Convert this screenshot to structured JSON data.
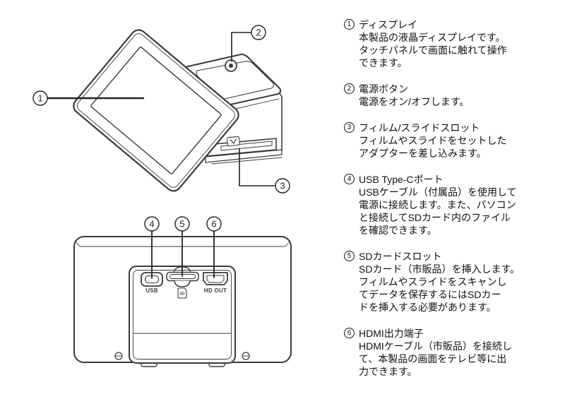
{
  "colors": {
    "background": "#ffffff",
    "line": "#3a3a3a",
    "text": "#111111"
  },
  "diagram": {
    "callouts": {
      "c1": "1",
      "c2": "2",
      "c3": "3",
      "c4": "4",
      "c5": "5",
      "c6": "6"
    },
    "labels": {
      "usb": "USB",
      "hdmi": "HD OUT",
      "sd": "SD"
    }
  },
  "legend": {
    "items": [
      {
        "num": "1",
        "title": "ディスプレイ",
        "lines": [
          "本製品の液晶ディスプレイです。",
          "タッチパネルで画面に触れて操作",
          "できます。"
        ]
      },
      {
        "num": "2",
        "title": "電源ボタン",
        "lines": [
          "電源をオン/オフします。"
        ]
      },
      {
        "num": "3",
        "title": "フィルム/スライドスロット",
        "lines": [
          "フィルムやスライドをセットした",
          "アダプターを差し込みます。"
        ]
      },
      {
        "num": "4",
        "title": "USB Type-Cポート",
        "lines": [
          "USBケーブル（付属品）を使用して",
          "電源に接続します。また、パソコン",
          "と接続してSDカード内のファイル",
          "を確認できます。"
        ]
      },
      {
        "num": "5",
        "title": "SDカードスロット",
        "lines": [
          "SDカード（市販品）を挿入します。",
          "フィルムやスライドをスキャンし",
          "てデータを保存するにはSDカー",
          "ドを挿入する必要があります。"
        ]
      },
      {
        "num": "6",
        "title": "HDMI出力端子",
        "lines": [
          "HDMIケーブル（市販品）を接続し",
          "て、本製品の画面をテレビ等に出",
          "力できます。"
        ]
      }
    ]
  }
}
